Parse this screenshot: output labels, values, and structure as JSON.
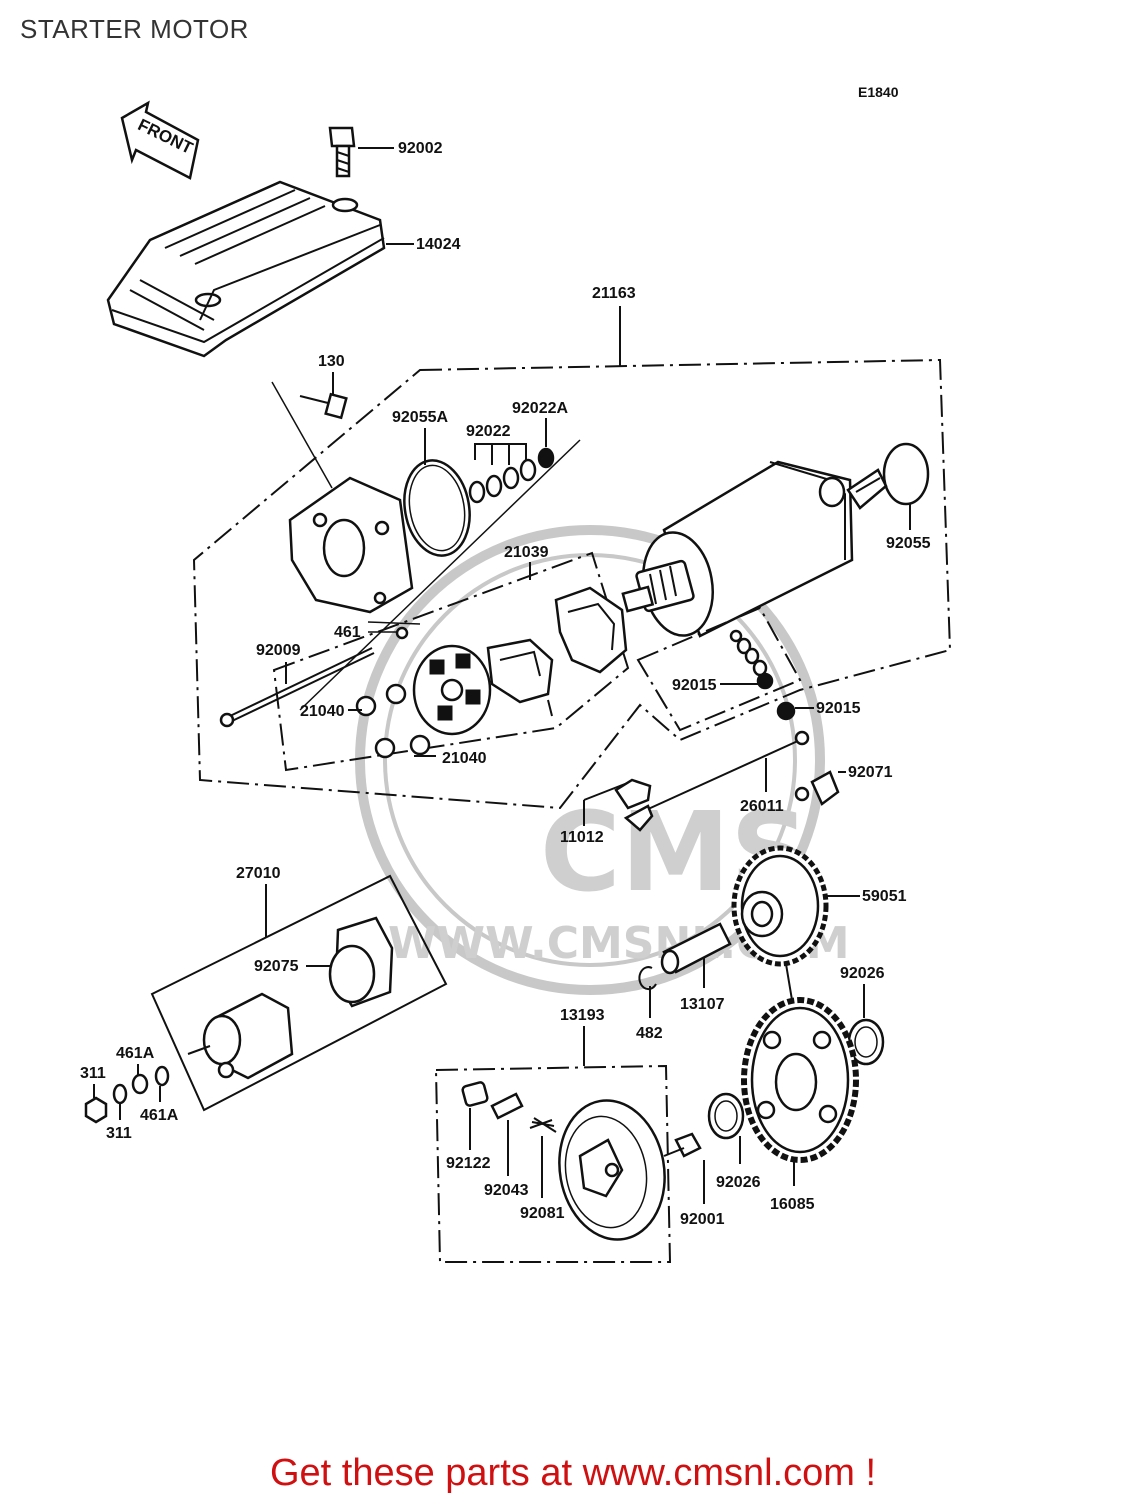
{
  "page": {
    "title": "STARTER MOTOR",
    "diagram_code": "E1840",
    "front_label": "FRONT",
    "watermark_brand": "CMS",
    "watermark_url": "WWW.CMSNL.COM",
    "footer_text": "Get these parts at www.cmsnl.com !",
    "footer_color": "#d01010"
  },
  "parts": {
    "p92002": "92002",
    "p14024": "14024",
    "p21163": "21163",
    "p130": "130",
    "p92055A": "92055A",
    "p92022A": "92022A",
    "p92022": "92022",
    "p92055": "92055",
    "p21039": "21039",
    "p461": "461",
    "p92009": "92009",
    "p21040a": "21040",
    "p21040b": "21040",
    "p92015a": "92015",
    "p92015b": "92015",
    "p92071": "92071",
    "p26011": "26011",
    "p11012": "11012",
    "p27010": "27010",
    "p59051": "59051",
    "p92075": "92075",
    "p92026a": "92026",
    "p13107": "13107",
    "p482": "482",
    "p13193": "13193",
    "p461Aa": "461A",
    "p311a": "311",
    "p461Ab": "461A",
    "p311b": "311",
    "p92122": "92122",
    "p92043": "92043",
    "p92081": "92081",
    "p92001": "92001",
    "p92026b": "92026",
    "p16085": "16085"
  }
}
